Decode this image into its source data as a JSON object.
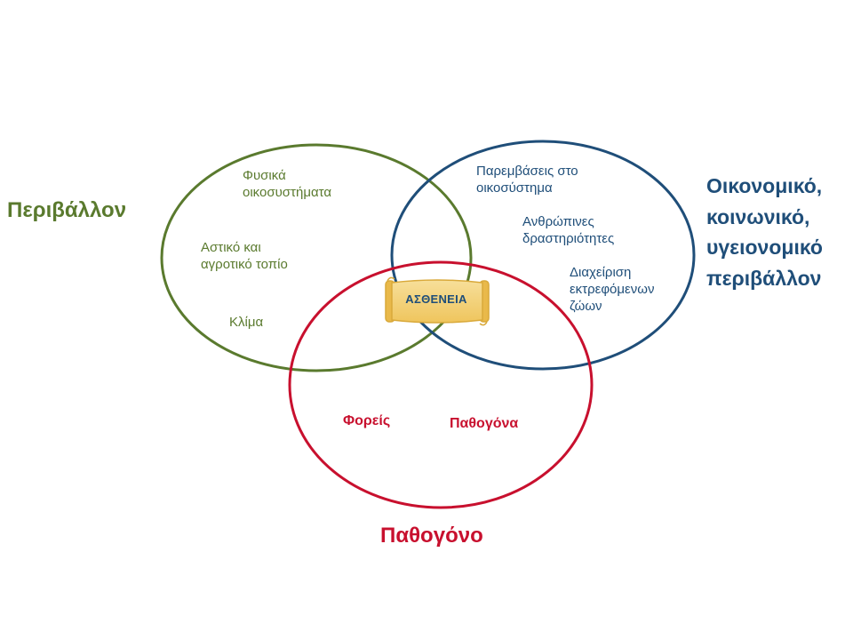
{
  "colors": {
    "green": "#5a7a2e",
    "blue": "#1f4e79",
    "red": "#c8102e",
    "scroll_fill": "#f3d27a",
    "scroll_stroke": "#d9a93a"
  },
  "groups": {
    "environment": {
      "title": "Περιβάλλον",
      "items": [
        "Φυσικά\nοικοσυστήματα",
        "Αστικό και\nαγροτικό τοπίο",
        "Κλίμα"
      ]
    },
    "socioeconomic": {
      "title": "Οικονομικό,\nκοινωνικό,\nυγειονομικό\nπεριβάλλον",
      "items": [
        "Παρεμβάσεις στο\nοικοσύστημα",
        "Ανθρώπινες\nδραστηριότητες",
        "Διαχείριση\nεκτρεφόμενων\nζώων"
      ]
    },
    "pathogen": {
      "title": "Παθογόνο",
      "items": [
        "Φορείς",
        "Παθογόνα"
      ]
    }
  },
  "center": {
    "label": "ΑΣΘΕΝΕΙΑ",
    "icon": "scroll-icon"
  }
}
